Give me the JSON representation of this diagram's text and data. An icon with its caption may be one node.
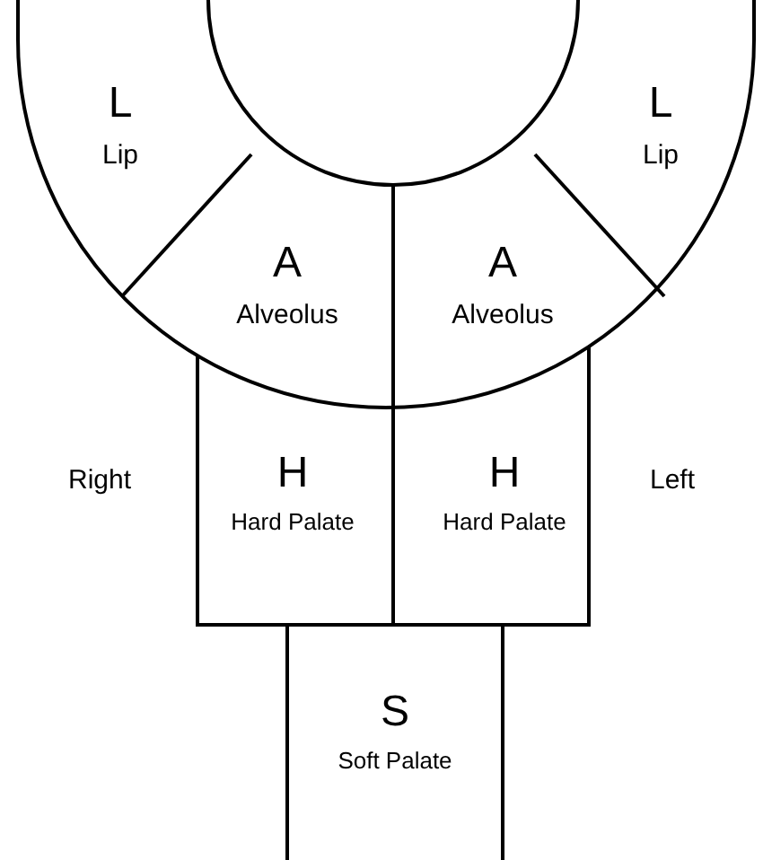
{
  "diagram": {
    "nodes": [
      {
        "text": [
          "L",
          "Lip"
        ]
      },
      {
        "text": [
          "L",
          "Lip"
        ]
      },
      {
        "text": [
          "A",
          "Alveolus"
        ]
      },
      {
        "text": [
          "A",
          "Alveolus"
        ]
      },
      {
        "text": [
          "H",
          "Hard Palate"
        ]
      },
      {
        "text": [
          "H",
          "Hard Palate"
        ]
      },
      {
        "text": [
          "S",
          "Soft Palate"
        ]
      }
    ],
    "labels": [
      "Right",
      "Left"
    ]
  }
}
